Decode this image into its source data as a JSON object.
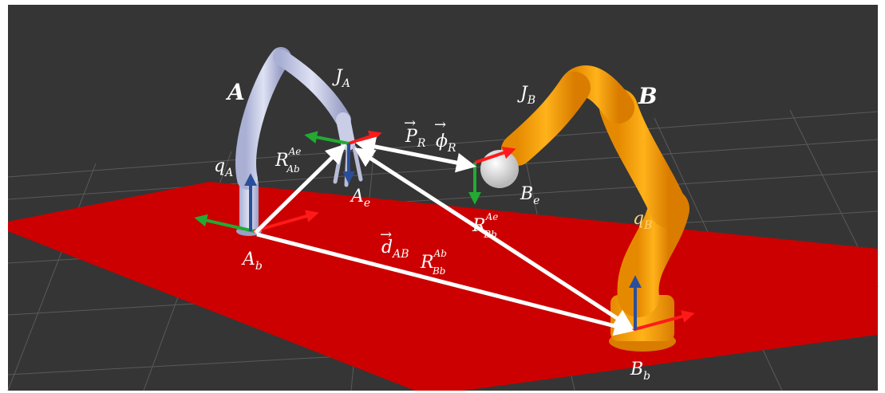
{
  "scene": {
    "colors": {
      "background": "#353535",
      "grid": "#5a5a5a",
      "floor": "#cc0000",
      "robot_a": "#c9cde6",
      "robot_b": "#f5a000",
      "axis_x": "#ff1a1a",
      "axis_y": "#22aa33",
      "axis_z": "#2a4f9a",
      "vector": "#ffffff"
    },
    "robots": {
      "a": {
        "name": "A"
      },
      "b": {
        "name": "B"
      }
    },
    "labels": {
      "joints_a": "J",
      "joints_a_sub": "A",
      "joints_b": "J",
      "joints_b_sub": "B",
      "config_a": "q",
      "config_a_sub": "A",
      "config_b": "q",
      "config_b_sub": "B",
      "base_a": "A",
      "base_a_sub": "b",
      "base_b": "B",
      "base_b_sub": "b",
      "ee_a": "A",
      "ee_a_sub": "e",
      "ee_b": "B",
      "ee_b_sub": "e",
      "rot_ae_ab": "R",
      "rot_ae_ab_sub": "Ab",
      "rot_ae_ab_sup": "Ae",
      "rot_ae_bb": "R",
      "rot_ae_bb_sub": "Bb",
      "rot_ae_bb_sup": "Ae",
      "rot_ab_bb": "R",
      "rot_ab_bb_sub": "Bb",
      "rot_ab_bb_sup": "Ab",
      "pos_rel": "P",
      "pos_rel_sub": "R",
      "ori_rel": "ϕ",
      "ori_rel_sub": "R",
      "dist_ab": "d",
      "dist_ab_sub": "AB"
    }
  }
}
